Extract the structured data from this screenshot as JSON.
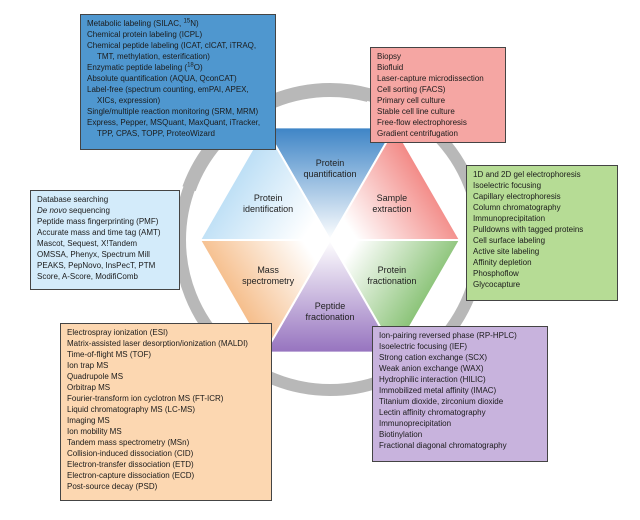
{
  "wheel": {
    "segments": [
      {
        "id": "protein-quantification",
        "label": [
          "Protein",
          "quantification"
        ],
        "color": "#3d84c6"
      },
      {
        "id": "sample-extraction",
        "label": [
          "Sample",
          "extraction"
        ],
        "color": "#ee5f5a"
      },
      {
        "id": "protein-fractionation",
        "label": [
          "Protein",
          "fractionation"
        ],
        "color": "#5fad45"
      },
      {
        "id": "peptide-fractionation",
        "label": [
          "Peptide",
          "fractionation"
        ],
        "color": "#9673bf"
      },
      {
        "id": "mass-spectrometry",
        "label": [
          "Mass",
          "spectrometry"
        ],
        "color": "#f2a55f"
      },
      {
        "id": "protein-identification",
        "label": [
          "Protein",
          "identification"
        ],
        "color": "#a4d3f2"
      }
    ],
    "ring_color": "#b8b8b8"
  },
  "boxes": {
    "quantification": {
      "color": "#4f97cf",
      "lines": [
        {
          "text": "Metabolic labeling (SILAC, ",
          "sup": "15",
          "after": "N)"
        },
        {
          "text": "Chemical protein labeling (ICPL)"
        },
        {
          "text": "Chemical peptide labeling (ICAT, cICAT, iTRAQ,"
        },
        {
          "text": "TMT, methylation, esterification)",
          "indent": true
        },
        {
          "text": "Enzymatic peptide labeling (",
          "sup": "18",
          "after": "O)"
        },
        {
          "text": "Absolute quantification (AQUA, QconCAT)"
        },
        {
          "text": "Label-free (spectrum counting, emPAI, APEX,"
        },
        {
          "text": "XICs, expression)",
          "indent": true
        },
        {
          "text": "Single/multiple reaction monitoring (SRM, MRM)"
        },
        {
          "text": "Express, Pepper, MSQuant, MaxQuant, iTracker,"
        },
        {
          "text": "TPP, CPAS, TOPP, ProteoWizard",
          "indent": true
        }
      ]
    },
    "sample": {
      "color": "#f5a6a3",
      "lines": [
        {
          "text": "Biopsy"
        },
        {
          "text": "Biofluid"
        },
        {
          "text": "Laser-capture microdissection"
        },
        {
          "text": "Cell sorting (FACS)"
        },
        {
          "text": "Primary cell culture"
        },
        {
          "text": "Stable cell line culture"
        },
        {
          "text": "Free-flow electrophoresis"
        },
        {
          "text": "Gradient centrifugation"
        }
      ]
    },
    "protein_fractionation": {
      "color": "#b6dc95",
      "lines": [
        {
          "text": "1D and 2D gel electrophoresis"
        },
        {
          "text": "Isoelectric focusing"
        },
        {
          "text": "Capillary electrophoresis"
        },
        {
          "text": "Column chromatography"
        },
        {
          "text": "Immunoprecipitation"
        },
        {
          "text": "Pulldowns with tagged proteins"
        },
        {
          "text": "Cell surface labeling"
        },
        {
          "text": "Active site labeling"
        },
        {
          "text": "Affinity depletion"
        },
        {
          "text": "Phosphoflow"
        },
        {
          "text": "Glycocapture"
        }
      ]
    },
    "identification": {
      "color": "#d3ebfa",
      "lines": [
        {
          "text": "Database searching"
        },
        {
          "text": "De novo",
          "italic": true,
          "after": " sequencing"
        },
        {
          "text": "Peptide mass fingerprinting (PMF)"
        },
        {
          "text": "Accurate mass and time tag (AMT)"
        },
        {
          "text": "Mascot, Sequest, X!Tandem"
        },
        {
          "text": "OMSSA, Phenyx,  Spectrum Mill"
        },
        {
          "text": "PEAKS, PepNovo, InsPecT, PTM"
        },
        {
          "text": "Score, A-Score, ModifiComb"
        }
      ]
    },
    "mass_spec": {
      "color": "#fcd7b1",
      "lines": [
        {
          "text": "Electrospray ionization (ESI)"
        },
        {
          "text": "Matrix-assisted laser desorption/ionization (MALDI)"
        },
        {
          "text": "Time-of-flight MS (TOF)"
        },
        {
          "text": "Ion trap MS"
        },
        {
          "text": "Quadrupole MS"
        },
        {
          "text": "Orbitrap MS"
        },
        {
          "text": "Fourier-transform ion cyclotron MS (FT-ICR)"
        },
        {
          "text": "Liquid chromatography MS (LC-MS)"
        },
        {
          "text": "Imaging MS"
        },
        {
          "text": "Ion mobility MS"
        },
        {
          "text": "Tandem mass spectrometry (MSn)"
        },
        {
          "text": "Collision-induced dissociation (CID)"
        },
        {
          "text": "Electron-transfer dissociation (ETD)"
        },
        {
          "text": "Electron-capture dissociation (ECD)"
        },
        {
          "text": "Post-source decay (PSD)"
        }
      ]
    },
    "peptide_fractionation": {
      "color": "#c8b3dd",
      "lines": [
        {
          "text": "Ion-pairing reversed phase (RP-HPLC)"
        },
        {
          "text": "Isoelectric focusing (IEF)"
        },
        {
          "text": "Strong cation exchange (SCX)"
        },
        {
          "text": "Weak anion exchange (WAX)"
        },
        {
          "text": "Hydrophilic interaction (HILIC)"
        },
        {
          "text": "Immobilized metal affinity (IMAC)"
        },
        {
          "text": "Titanium dioxide, zirconium dioxide"
        },
        {
          "text": "Lectin affinity chromatography"
        },
        {
          "text": "Immunoprecipitation"
        },
        {
          "text": "Biotinylation"
        },
        {
          "text": "Fractional diagonal chromatography"
        }
      ]
    }
  }
}
